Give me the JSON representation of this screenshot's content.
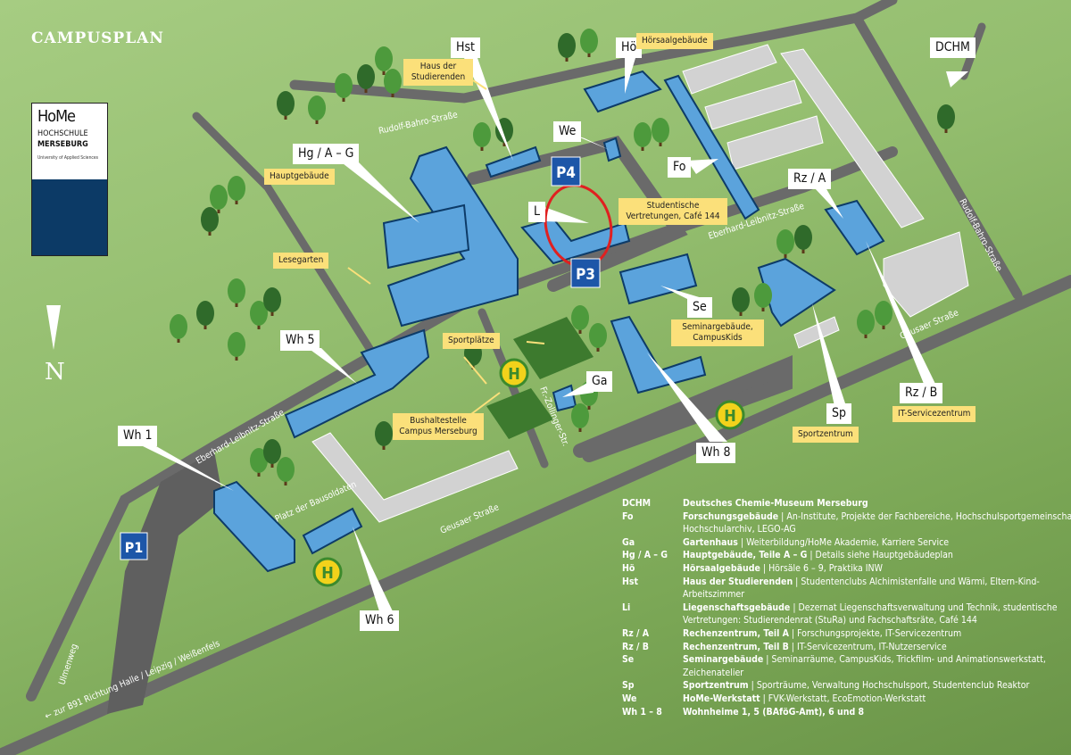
{
  "header": {
    "title": "CAMPUSPLAN"
  },
  "logo": {
    "brand": "HoMe",
    "line1": "HOCHSCHULE",
    "line2": "MERSEBURG",
    "sub": "University of Applied Sciences"
  },
  "north": {
    "label": "N"
  },
  "building_labels": {
    "hst": "Hst",
    "hoe": "Hö",
    "dchm": "DCHM",
    "we": "We",
    "hg": "Hg / A – G",
    "fo": "Fo",
    "rza": "Rz / A",
    "l": "L",
    "se": "Se",
    "wh5": "Wh 5",
    "ga": "Ga",
    "sp": "Sp",
    "rzb": "Rz / B",
    "wh1": "Wh 1",
    "wh8": "Wh 8",
    "wh6": "Wh 6"
  },
  "place_labels": {
    "haus_studierenden": "Haus der Studierenden",
    "hoersaal": "Hörsaalgebäude",
    "hauptgebaeude": "Hauptgebäude",
    "stud_vertretungen": "Studentische Vertretungen, Café 144",
    "lesegarten": "Lesegarten",
    "sportplaetze": "Sportplätze",
    "seminargebaeude": "Seminargebäude, CampusKids",
    "bushaltestelle": "Bushaltestelle Campus Merseburg",
    "sportzentrum": "Sportzentrum",
    "it_service": "IT-Servicezentrum"
  },
  "streets": {
    "rudolf1": "Rudolf-Bahro-Straße",
    "rudolf2": "Rudolf-Bahro-Straße",
    "eberhard1": "Eberhard-Leibnitz-Straße",
    "eberhard2": "Eberhard-Leibnitz-Straße",
    "geusaer1": "Geusaer Straße",
    "geusaer2": "Geusaer Straße",
    "zollinger": "Fr.-Zollinger-Str.",
    "ulmenweg": "Ulmenweg",
    "b91": "← zur B91 Richtung Halle / Leipzig / Weißenfels",
    "platz": "Platz der Bausoldaten"
  },
  "parking": {
    "p1": "P1",
    "p3": "P3",
    "p4": "P4"
  },
  "bus_stop": {
    "symbol": "H"
  },
  "legend": [
    {
      "key": "DCHM",
      "title": "Deutsches Chemie-Museum Merseburg",
      "desc": ""
    },
    {
      "key": "Fo",
      "title": "Forschungsgebäude",
      "desc": "An-Institute, Projekte der Fachbereiche, Hochschulsportgemeinschaft, Hochschularchiv, LEGO-AG"
    },
    {
      "key": "Ga",
      "title": "Gartenhaus",
      "desc": "Weiterbildung/HoMe Akademie, Karriere Service"
    },
    {
      "key": "Hg / A – G",
      "title": "Hauptgebäude, Teile A – G",
      "desc": "Details siehe Hauptgebäudeplan"
    },
    {
      "key": "Hö",
      "title": "Hörsaalgebäude",
      "desc": "Hörsäle 6 – 9, Praktika INW"
    },
    {
      "key": "Hst",
      "title": "Haus der Studierenden",
      "desc": "Studentenclubs Alchimistenfalle und Wärmi, Eltern-Kind-Arbeitszimmer"
    },
    {
      "key": "Li",
      "title": "Liegenschaftsgebäude",
      "desc": "Dezernat Liegenschaftsverwaltung und Technik, studentische Vertretungen: Studierendenrat (StuRa) und Fachschaftsräte, Café 144"
    },
    {
      "key": "Rz / A",
      "title": "Rechenzentrum, Teil A",
      "desc": "Forschungsprojekte, IT-Servicezentrum"
    },
    {
      "key": "Rz / B",
      "title": "Rechenzentrum, Teil B",
      "desc": "IT-Servicezentrum, IT-Nutzerservice"
    },
    {
      "key": "Se",
      "title": "Seminargebäude",
      "desc": "Seminarräume, CampusKids, Trickfilm- und Animationswerkstatt, Zeichenatelier"
    },
    {
      "key": "Sp",
      "title": "Sportzentrum",
      "desc": "Sporträume, Verwaltung Hochschulsport, Studentenclub Reaktor"
    },
    {
      "key": "We",
      "title": "HoMe-Werkstatt",
      "desc": "FVK-Werkstatt, EcoEmotion-Werkstatt"
    },
    {
      "key": "Wh 1 – 8",
      "title": "Wohnheime 1, 5 (BAföG-Amt), 6 und 8",
      "desc": ""
    }
  ],
  "colors": {
    "building": "#5ba3dc",
    "building_dark": "#0d3b68",
    "gray_building": "#cfcfcf",
    "road": "#6a6a6a",
    "label_yellow": "#fbe07a",
    "annotation": "#e02020"
  }
}
